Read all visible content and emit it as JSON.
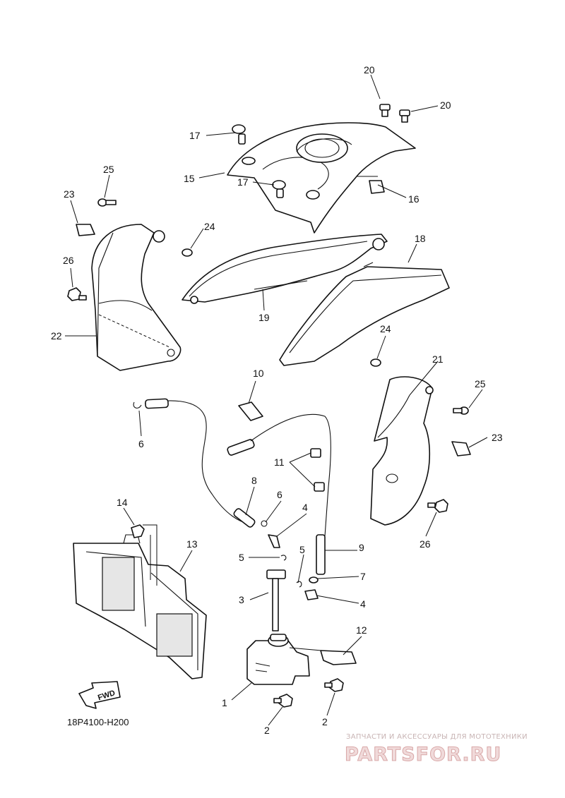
{
  "diagram_code": "18P4100-H200",
  "callouts": {
    "c1": "1",
    "c2a": "2",
    "c2b": "2",
    "c3": "3",
    "c4a": "4",
    "c4b": "4",
    "c5a": "5",
    "c5b": "5",
    "c6a": "6",
    "c6b": "6",
    "c7": "7",
    "c8": "8",
    "c9": "9",
    "c10": "10",
    "c11": "11",
    "c12": "12",
    "c13": "13",
    "c14": "14",
    "c15": "15",
    "c16": "16",
    "c17a": "17",
    "c17b": "17",
    "c18": "18",
    "c19": "19",
    "c20a": "20",
    "c20b": "20",
    "c21": "21",
    "c22": "22",
    "c23a": "23",
    "c23b": "23",
    "c24a": "24",
    "c24b": "24",
    "c25a": "25",
    "c25b": "25",
    "c26a": "26",
    "c26b": "26"
  },
  "fwd_label": "FWD",
  "watermark": {
    "subtitle": "ЗАПЧАСТИ И АКСЕССУАРЫ ДЛЯ МОТОТЕХНИКИ",
    "logo": "PARTSFOR.RU"
  }
}
